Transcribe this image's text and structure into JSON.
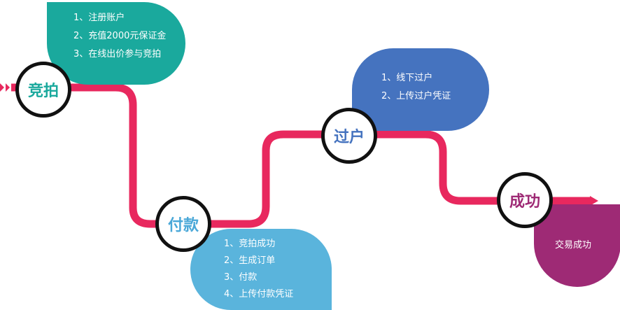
{
  "colors": {
    "path": "#e8285e",
    "step1": "#1aa99d",
    "step2": "#5ab4dc",
    "step3": "#4573bf",
    "step4": "#9e2a75",
    "ring": "#111111"
  },
  "steps": [
    {
      "title": "竞拍",
      "items": [
        "1、注册账户",
        "2、充值2000元保证金",
        "3、在线出价参与竞拍"
      ]
    },
    {
      "title": "付款",
      "items": [
        "1、竞拍成功",
        "2、生成订单",
        "3、付款",
        "4、上传付款凭证"
      ]
    },
    {
      "title": "过户",
      "items": [
        "1、线下过户",
        "2、上传过户凭证"
      ]
    },
    {
      "title": "成功",
      "items": [
        "交易成功"
      ]
    }
  ]
}
